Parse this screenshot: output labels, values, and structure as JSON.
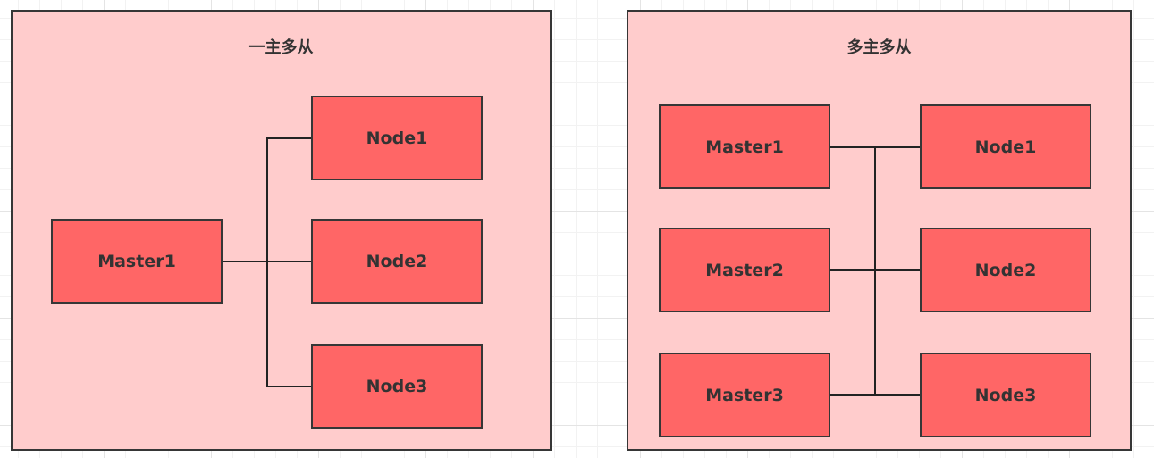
{
  "diagram": {
    "panels": [
      {
        "title": "一主多从",
        "masters": [
          "Master1"
        ],
        "nodes": [
          "Node1",
          "Node2",
          "Node3"
        ]
      },
      {
        "title": "多主多从",
        "masters": [
          "Master1",
          "Master2",
          "Master3"
        ],
        "nodes": [
          "Node1",
          "Node2",
          "Node3"
        ]
      }
    ],
    "colors": {
      "panel_fill": "#ffcccc",
      "node_fill": "#ff6666",
      "stroke": "#363636"
    }
  }
}
